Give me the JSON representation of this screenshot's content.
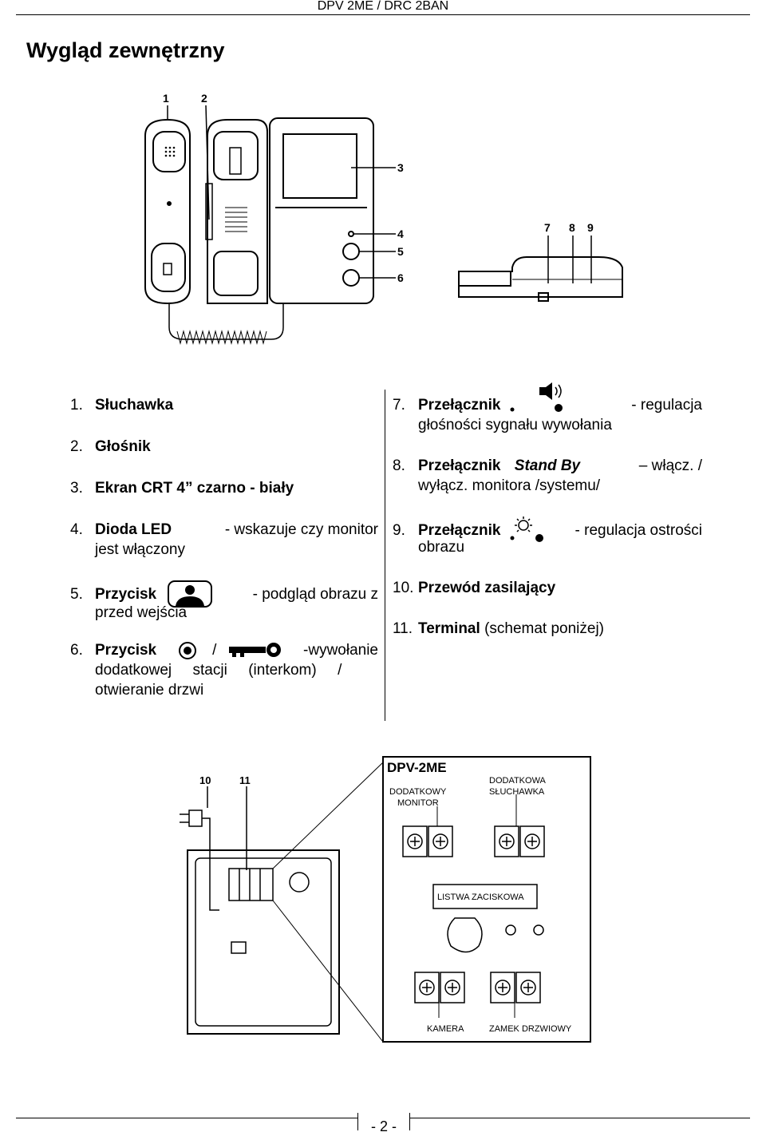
{
  "header": "DPV 2ME / DRC 2BAN",
  "title": "Wygląd zewnętrzny",
  "figure1": {
    "callouts": [
      "1",
      "2",
      "3",
      "4",
      "5",
      "6",
      "7",
      "8",
      "9"
    ]
  },
  "list_left": [
    {
      "num": "1.",
      "label": "Słuchawka"
    },
    {
      "num": "2.",
      "label": "Głośnik"
    },
    {
      "num": "3.",
      "label": "Ekran CRT 4” czarno - biały"
    },
    {
      "num": "4.",
      "label": "Dioda LED",
      "rest": "- wskazuje czy monitor",
      "line2": "jest włączony"
    },
    {
      "num": "5.",
      "label": "Przycisk",
      "rest": "- podgląd obrazu z",
      "line2": "przed wejścia"
    },
    {
      "num": "6.",
      "label": "Przycisk",
      "sep": "/",
      "rest": "-wywołanie",
      "line2": "dodatkowej     stacji     (interkom)     /",
      "line3": "otwieranie drzwi"
    }
  ],
  "list_right": [
    {
      "num": "7.",
      "label": "Przełącznik",
      "rest": "- regulacja",
      "line2": "głośności sygnału wywołania"
    },
    {
      "num": "8.",
      "label": "Przełącznik",
      "italic": "Stand By",
      "rest": "– włącz. /",
      "line2": "wyłącz. monitora /systemu/"
    },
    {
      "num": "9.",
      "label": "Przełącznik",
      "rest": "- regulacja ostrości",
      "line2": "obrazu"
    },
    {
      "num": "10.",
      "label": "Przewód zasilający"
    },
    {
      "num": "11.",
      "label": "Terminal",
      "rest": "(schemat poniżej)"
    }
  ],
  "figure2": {
    "callouts": [
      "10",
      "11"
    ],
    "model": "DPV-2ME",
    "dodatkowy_monitor": [
      "DODATKOWY",
      "MONITOR"
    ],
    "dodatkowa_sluchawka": [
      "DODATKOWA",
      "SŁUCHAWKA"
    ],
    "listwa": "LISTWA ZACISKOWA",
    "kamera": "KAMERA",
    "zamek": "ZAMEK  DRZWIOWY"
  },
  "footer": "- 2 -"
}
